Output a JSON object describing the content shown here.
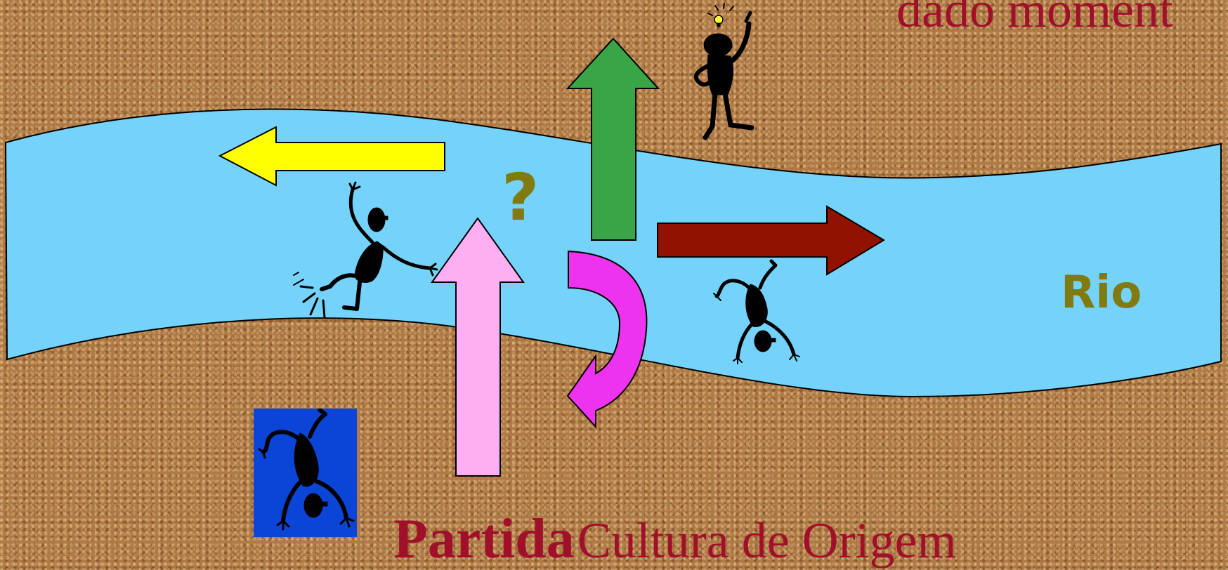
{
  "texts": {
    "top": "dado moment",
    "question": "?",
    "river_label": "Rio",
    "bottom_bold": "Partida",
    "bottom_rest": "Cultura de Origem"
  },
  "colors": {
    "river": "#75d3fb",
    "yellow_arrow": "#ffff00",
    "green_arrow": "#3aa546",
    "red_arrow": "#921200",
    "pink_arrow": "#fdaff2",
    "magenta_arrow": "#ee33ee",
    "blue_box": "#0a45d8",
    "text_red": "#a0102a",
    "text_olive": "#807a10"
  },
  "icons": [
    "lightbulb-thinking-figure",
    "struggling-swimmer-figure",
    "upside-down-falling-figure",
    "blue-box-figure"
  ]
}
